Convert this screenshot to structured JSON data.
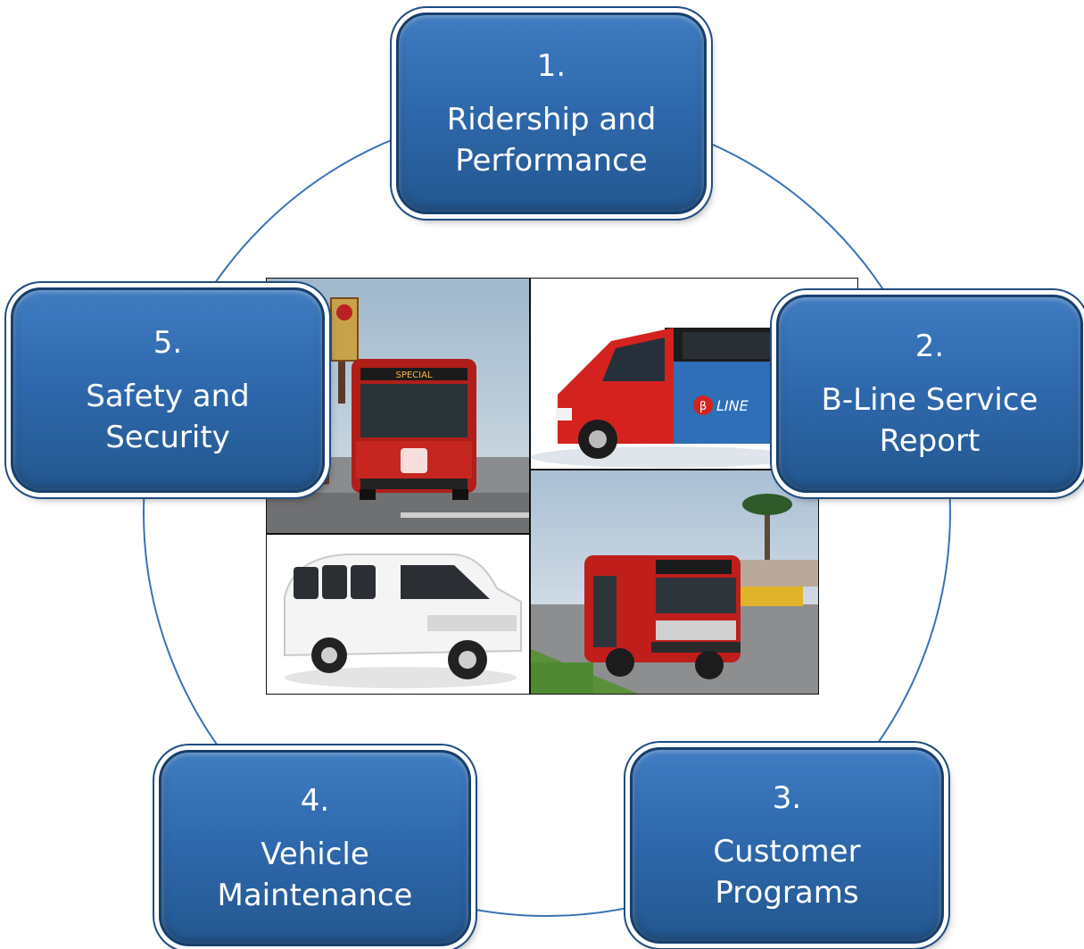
{
  "diagram": {
    "nodes": [
      {
        "number": "1.",
        "line1": "Ridership and",
        "line2": "Performance"
      },
      {
        "number": "2.",
        "line1": "B-Line Service",
        "line2": "Report"
      },
      {
        "number": "3.",
        "line1": "Customer",
        "line2": "Programs"
      },
      {
        "number": "4.",
        "line1": "Vehicle",
        "line2": "Maintenance"
      },
      {
        "number": "5.",
        "line1": "Safety and",
        "line2": "Security"
      }
    ],
    "photos": {
      "bus_sign": "SPECIAL",
      "shuttle_logo": "LINE"
    },
    "colors": {
      "node_fill": "#2f69ae",
      "node_border": "#173f6c",
      "cycle_line": "#3a72b8"
    }
  }
}
